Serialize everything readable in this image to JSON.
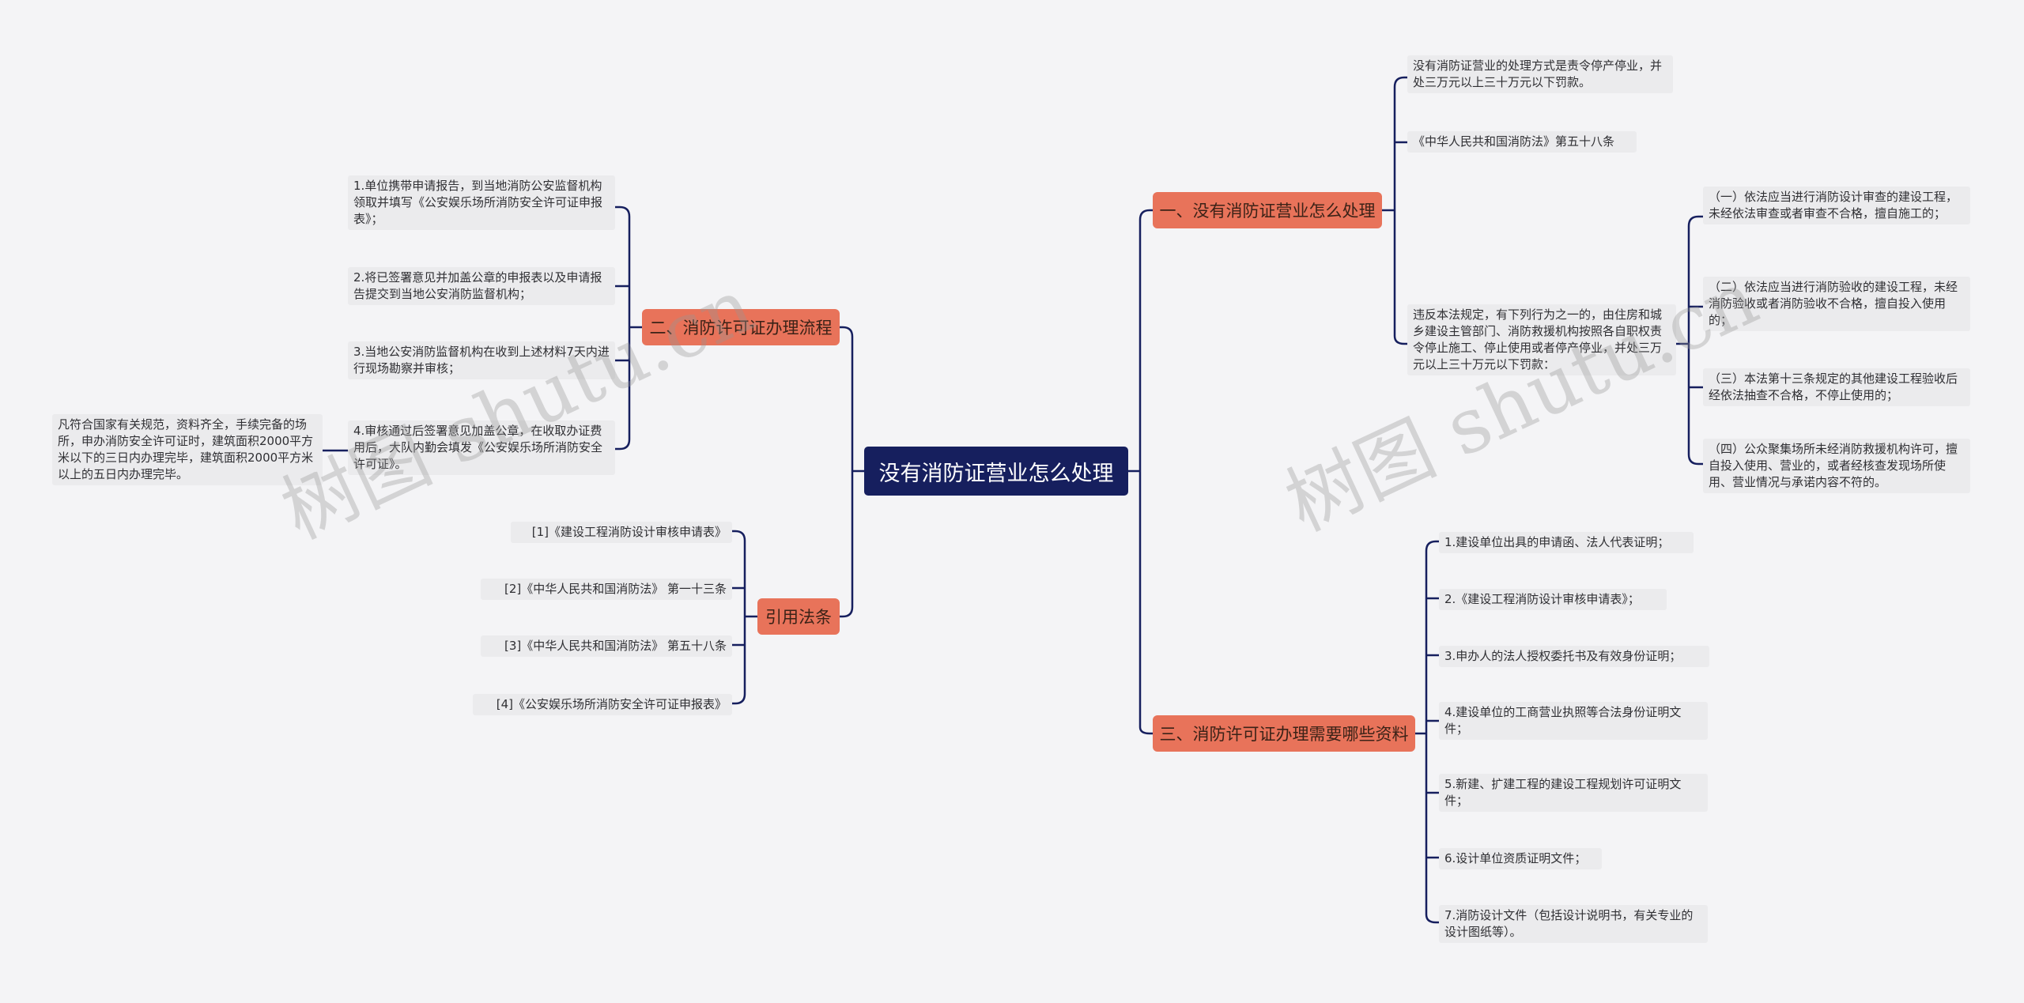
{
  "root": "没有消防证营业怎么处理",
  "branches": {
    "b1": "一、没有消防证营业怎么处理",
    "b2": "二、消防许可证办理流程",
    "b3": "三、消防许可证办理需要哪些资料",
    "b4": "引用法条"
  },
  "b1_leaves": {
    "l1": "没有消防证营业的处理方式是责令停产停业，并处三万元以上三十万元以下罚款。",
    "l2": "《中华人民共和国消防法》第五十八条",
    "l3": "违反本法规定，有下列行为之一的，由住房和城乡建设主管部门、消防救援机构按照各自职权责令停止施工、停止使用或者停产停业，并处三万元以上三十万元以下罚款：",
    "sub": [
      "（一）依法应当进行消防设计审查的建设工程，未经依法审查或者审查不合格，擅自施工的；",
      "（二）依法应当进行消防验收的建设工程，未经消防验收或者消防验收不合格，擅自投入使用的；",
      "（三）本法第十三条规定的其他建设工程验收后经依法抽查不合格，不停止使用的；",
      "（四）公众聚集场所未经消防救援机构许可，擅自投入使用、营业的，或者经核查发现场所使用、营业情况与承诺内容不符的。"
    ]
  },
  "b2_leaves": [
    "1.单位携带申请报告，到当地消防公安监督机构领取并填写《公安娱乐场所消防安全许可证申报表》；",
    "2.将已签署意见并加盖公章的申报表以及申请报告提交到当地公安消防监督机构；",
    "3.当地公安消防监督机构在收到上述材料7天内进行现场勘察并审核；",
    "4.审核通过后签署意见加盖公章，在收取办证费用后，大队内勤会填发《公安娱乐场所消防安全许可证》。"
  ],
  "b2_extra": "凡符合国家有关规范，资料齐全，手续完备的场所，申办消防安全许可证时，建筑面积2000平方米以下的三日内办理完毕，建筑面积2000平方米以上的五日内办理完毕。",
  "b3_leaves": [
    "1.建设单位出具的申请函、法人代表证明；",
    "2.《建设工程消防设计审核申请表》；",
    "3.申办人的法人授权委托书及有效身份证明；",
    "4.建设单位的工商营业执照等合法身份证明文件；",
    "5.新建、扩建工程的建设工程规划许可证明文件；",
    "6.设计单位资质证明文件；",
    "7.消防设计文件（包括设计说明书，有关专业的设计图纸等）。"
  ],
  "b4_leaves": [
    "[1]《建设工程消防设计审核申请表》",
    "[2]《中华人民共和国消防法》 第一十三条",
    "[3]《中华人民共和国消防法》 第五十八条",
    "[4]《公安娱乐场所消防安全许可证申报表》"
  ],
  "watermarks": [
    "树图 shutu.cn",
    "树图 shutu.cn"
  ],
  "colors": {
    "root_bg": "#161f5e",
    "branch_bg": "#e8735a",
    "line": "#161f5e",
    "leaf_bg": "#ebebed",
    "canvas": "#f4f4f6"
  }
}
